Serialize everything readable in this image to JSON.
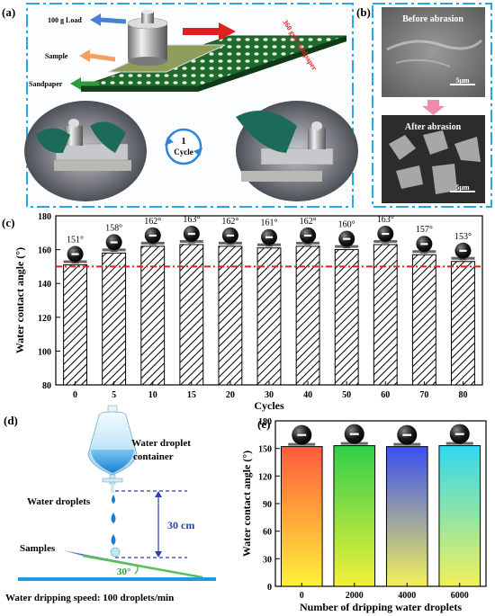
{
  "panel_labels": {
    "a": "(a)",
    "b": "(b)",
    "c": "(c)",
    "d": "(d)",
    "e": "(e)"
  },
  "panel_a": {
    "load_label": "100 g Load",
    "sample_label": "Sample",
    "sandpaper_label": "Sandpaper",
    "sandpaper_grit": "360 grit sandpaper",
    "cycle_number": "1",
    "cycle_label": "Cycle",
    "colors": {
      "load_arrow": "#4a7fd6",
      "sample_arrow": "#f0a060",
      "sandpaper_arrow": "#2e9a3a",
      "motion_arrow": "#e02020",
      "frame": "#29a8e0"
    }
  },
  "panel_b": {
    "before_label": "Before abrasion",
    "after_label": "After abrasion",
    "scale_bar": "5μm"
  },
  "panel_d": {
    "container_label_1": "Water droplet",
    "container_label_2": "container",
    "droplets_label": "Water droplets",
    "height_label": "30 cm",
    "samples_label": "Samples",
    "angle_label": "30°",
    "speed_label": "Water dripping speed: 100 droplets/min"
  },
  "chart_data": [
    {
      "id": "c",
      "type": "bar",
      "xlabel": "Cycles",
      "ylabel": "Water contact angle (°)",
      "categories": [
        "0",
        "5",
        "10",
        "15",
        "20",
        "30",
        "40",
        "50",
        "60",
        "70",
        "80"
      ],
      "values": [
        151,
        158,
        162,
        163,
        162,
        161,
        162,
        160,
        163,
        157,
        153
      ],
      "data_labels": [
        "151°",
        "158°",
        "162°",
        "163°",
        "162°",
        "161°",
        "162°",
        "160°",
        "163°",
        "157°",
        "153°"
      ],
      "ylim": [
        80,
        180
      ],
      "yticks": [
        80,
        100,
        120,
        140,
        160,
        180
      ],
      "reference_line": 150,
      "reference_color": "#e02020",
      "fill": "hatched"
    },
    {
      "id": "e",
      "type": "bar",
      "xlabel": "Number of dripping water droplets",
      "ylabel": "Water contact angle (°)",
      "categories": [
        "0",
        "2000",
        "4000",
        "6000"
      ],
      "values": [
        152,
        153,
        152,
        153
      ],
      "ylim": [
        0,
        180
      ],
      "yticks": [
        0,
        30,
        60,
        90,
        120,
        150,
        180
      ],
      "fill": "gradient",
      "gradients": [
        [
          "#ff5a3c",
          "#fff23a"
        ],
        [
          "#2fcf4a",
          "#f3f03a"
        ],
        [
          "#3a4ff0",
          "#f3f05a"
        ],
        [
          "#30d8f0",
          "#f3f05a"
        ]
      ]
    }
  ]
}
